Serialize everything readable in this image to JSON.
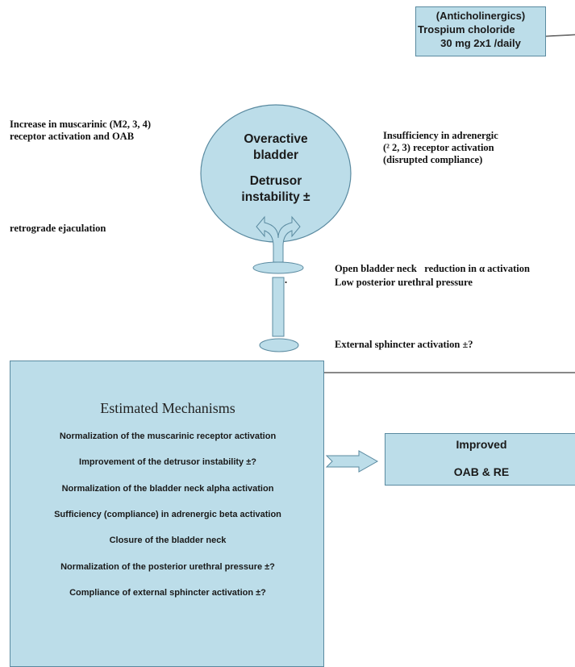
{
  "drug_box": {
    "line1": "(Anticholinergics)",
    "line2": "Trospium choloride",
    "line3": "30 mg 2x1 /daily"
  },
  "left_notes": {
    "muscarinic_line1": "Increase in muscarinic (M2, 3, 4)",
    "muscarinic_line2": "receptor activation and OAB",
    "retrograde": "retrograde ejaculation"
  },
  "bladder": {
    "line1": "Overactive",
    "line2": "bladder",
    "line3": "Detrusor",
    "line4": "instability ±"
  },
  "right_notes": {
    "adrenergic_line1": "Insufficiency in adrenergic",
    "adrenergic_line2": "(² 2, 3) receptor activation",
    "adrenergic_line3": "(disrupted compliance)",
    "neck_line1": "Open bladder neck   reduction in α activation",
    "neck_line2": "Low posterior urethral pressure",
    "sphincter": "External sphincter activation ±?",
    "dot": "."
  },
  "mechanisms": {
    "title": "Estimated Mechanisms",
    "items": [
      "Normalization of the muscarinic receptor activation",
      "Improvement of the detrusor instability ±?",
      "Normalization of the bladder neck alpha activation",
      "Sufficiency (compliance) in adrenergic beta activation",
      "Closure of the bladder neck",
      "Normalization of the posterior urethral pressure ±?",
      "Compliance of external sphincter activation ±?"
    ]
  },
  "result": {
    "line1": "Improved",
    "line2": "OAB & RE"
  },
  "colors": {
    "fill": "#bcdde9",
    "stroke": "#5a8aa0",
    "line": "#111111"
  }
}
